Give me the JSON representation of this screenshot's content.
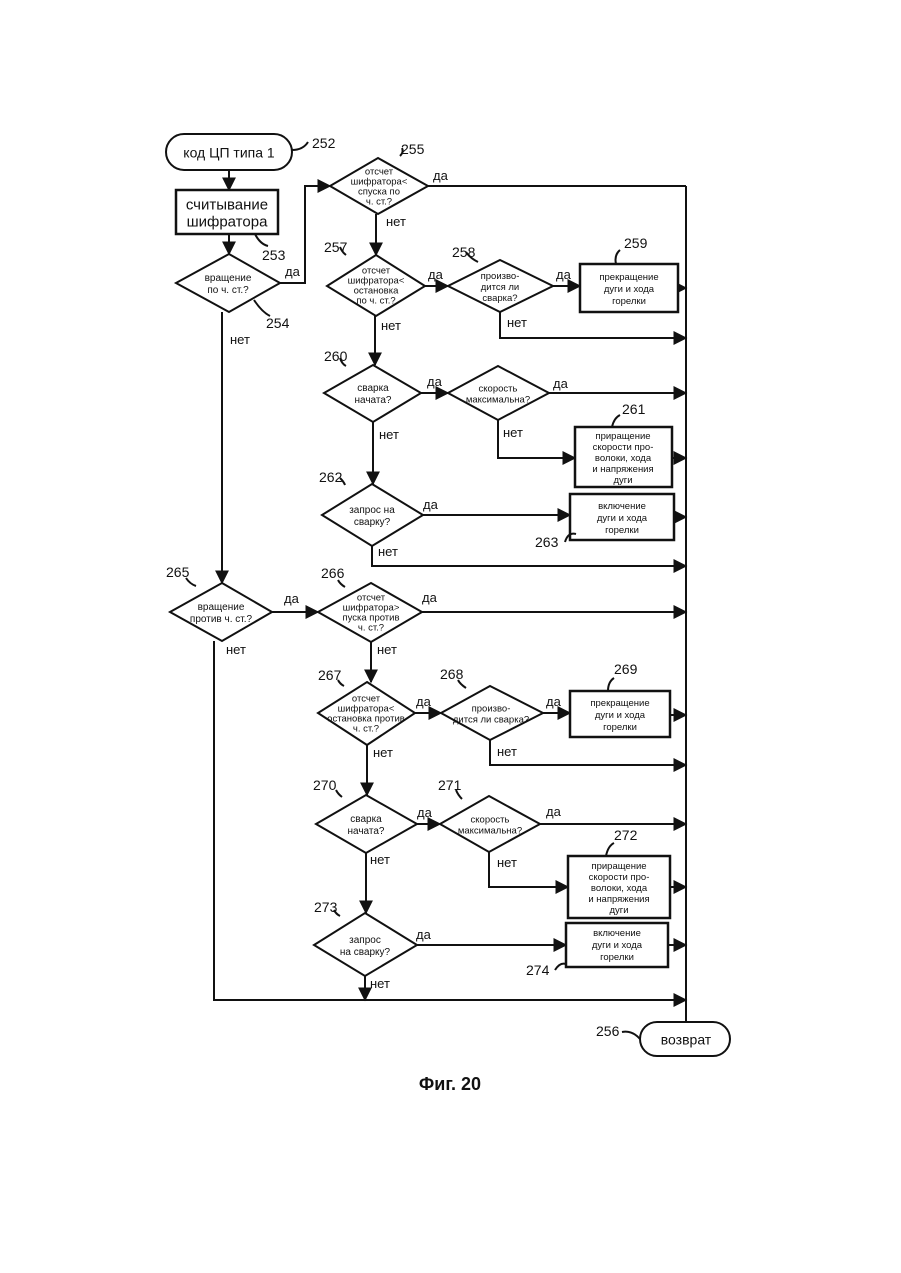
{
  "figure": {
    "caption": "Фиг. 20",
    "yes": "да",
    "no": "нет"
  },
  "nodes": {
    "start": {
      "ref": "252",
      "lines": [
        "код ЦП типа 1"
      ]
    },
    "read": {
      "ref": "253",
      "lines": [
        "считывание",
        "шифратора"
      ]
    },
    "d254": {
      "ref": "254",
      "lines": [
        "вращение",
        "по ч. ст.?"
      ]
    },
    "d255": {
      "ref": "255",
      "lines": [
        "отсчет",
        "шифратора<",
        "спуска по",
        "ч. ст.?"
      ]
    },
    "d257": {
      "ref": "257",
      "lines": [
        "отсчет",
        "шифратора<",
        "остановка",
        "по ч. ст.?"
      ]
    },
    "d258": {
      "ref": "258",
      "lines": [
        "произво-",
        "дится ли",
        "сварка?"
      ]
    },
    "b259": {
      "ref": "259",
      "lines": [
        "прекращение",
        "дуги и хода",
        "горелки"
      ]
    },
    "d260": {
      "ref": "260",
      "lines": [
        "сварка",
        "начата?"
      ]
    },
    "d260b": {
      "lines": [
        "скорость",
        "максимальна?"
      ]
    },
    "b261": {
      "ref": "261",
      "lines": [
        "приращение",
        "скорости про-",
        "волоки, хода",
        "и напряжения",
        "дуги"
      ]
    },
    "d262": {
      "ref": "262",
      "lines": [
        "запрос на",
        "сварку?"
      ]
    },
    "b263": {
      "ref": "263",
      "lines": [
        "включение",
        "дуги и хода",
        "горелки"
      ]
    },
    "d265": {
      "ref": "265",
      "lines": [
        "вращение",
        "против ч. ст.?"
      ]
    },
    "d266": {
      "ref": "266",
      "lines": [
        "отсчет",
        "шифратора>",
        "пуска против",
        "ч. ст.?"
      ]
    },
    "d267": {
      "ref": "267",
      "lines": [
        "отсчет",
        "шифратора<",
        "остановка против",
        "ч. ст.?"
      ]
    },
    "d268": {
      "ref": "268",
      "lines": [
        "произво-",
        "дится ли сварка?"
      ]
    },
    "b269": {
      "ref": "269",
      "lines": [
        "прекращение",
        "дуги и хода",
        "горелки"
      ]
    },
    "d270": {
      "ref": "270",
      "lines": [
        "сварка",
        "начата?"
      ]
    },
    "d271": {
      "ref": "271",
      "lines": [
        "скорость",
        "максимальна?"
      ]
    },
    "b272": {
      "ref": "272",
      "lines": [
        "приращение",
        "скорости про-",
        "волоки, хода",
        "и напряжения",
        "дуги"
      ]
    },
    "d273": {
      "ref": "273",
      "lines": [
        "запрос",
        "на сварку?"
      ]
    },
    "b274": {
      "ref": "274",
      "lines": [
        "включение",
        "дуги и хода",
        "горелки"
      ]
    },
    "end": {
      "ref": "256",
      "lines": [
        "возврат"
      ]
    }
  }
}
